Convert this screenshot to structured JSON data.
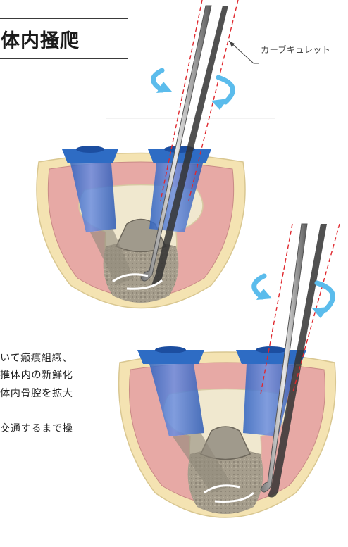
{
  "title": "体内掻爬",
  "instrument_label": "カーブキュレット",
  "description_lines": [
    "いて瘢痕組織、",
    "推体内の新鮮化",
    "体内骨腔を拡大",
    "交通するまで操"
  ],
  "colors": {
    "cannula_blue": "#2e6cc4",
    "arrow_blue": "#5bbcec",
    "guide_line_red": "#e0282e",
    "muscle_pink": "#e7a9a5",
    "fat_yellow": "#f4e3b2",
    "bone_cream": "#f0e8cf",
    "cancellous_gray": "#9a9284"
  }
}
